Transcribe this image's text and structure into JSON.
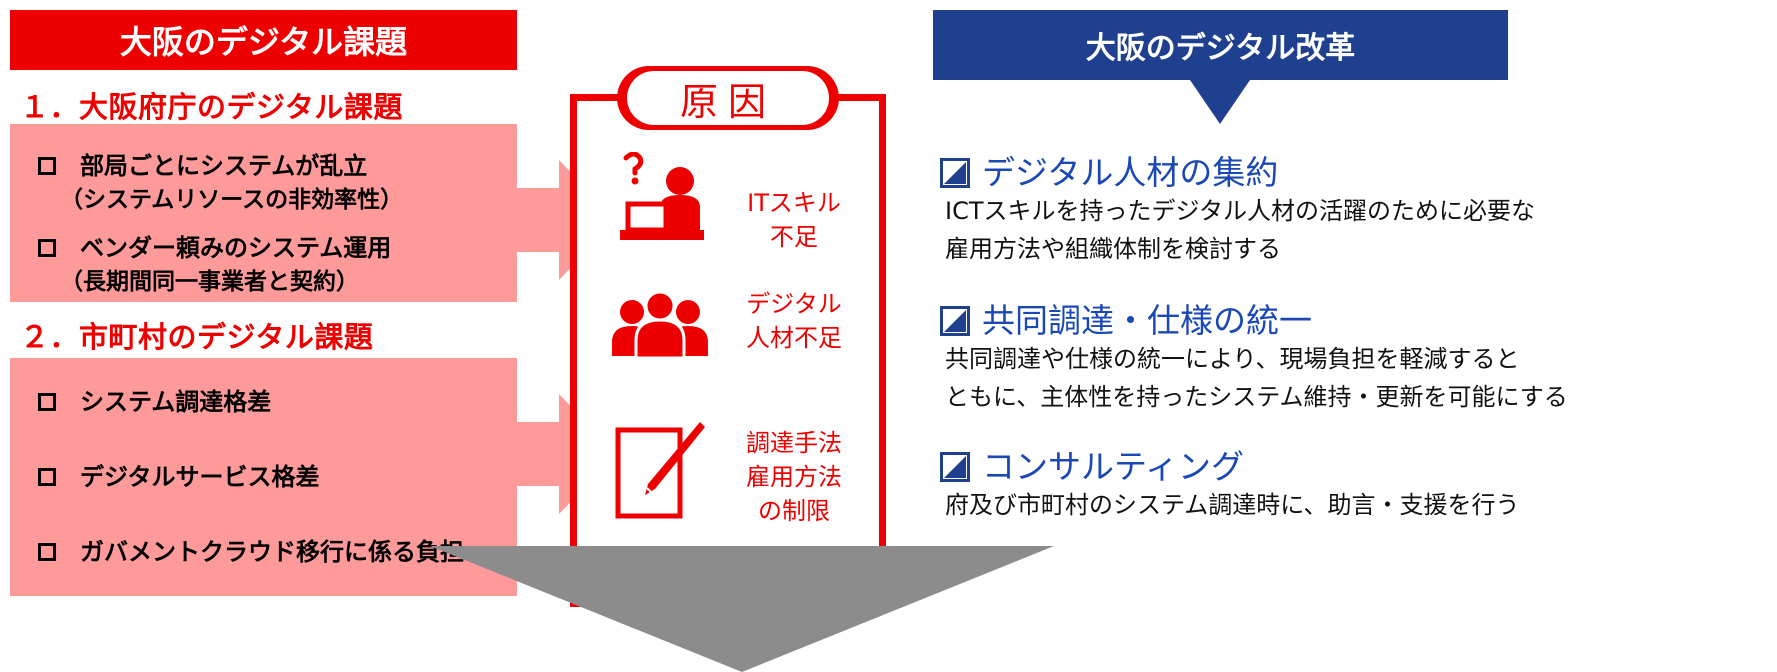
{
  "left": {
    "header": "大阪のデジタル課題",
    "section1": {
      "title": "１．大阪府庁のデジタル課題",
      "items": [
        {
          "label": "部局ごとにシステムが乱立",
          "sub": "（システムリソースの非効率性）"
        },
        {
          "label": "ベンダー頼みのシステム運用",
          "sub": "（長期間同一事業者と契約）"
        }
      ]
    },
    "section2": {
      "title": "２．市町村のデジタル課題",
      "items": [
        {
          "label": "システム調達格差"
        },
        {
          "label": "デジタルサービス格差"
        },
        {
          "label": "ガバメントクラウド移行に係る負担"
        }
      ]
    }
  },
  "cause": {
    "title": "原因",
    "items": [
      {
        "icon": "person-at-laptop-question-icon",
        "line1": "ITスキル",
        "line2": "不足"
      },
      {
        "icon": "people-group-icon",
        "line1": "デジタル",
        "line2": "人材不足"
      },
      {
        "icon": "document-pen-icon",
        "line1": "調達手法",
        "line2": "雇用方法",
        "line3": "の制限"
      }
    ]
  },
  "right": {
    "header": "大阪のデジタル改革",
    "items": [
      {
        "heading": "デジタル人材の集約",
        "desc1": "ICTスキルを持ったデジタル人材の活躍のために必要な",
        "desc2": "雇用方法や組織体制を検討する"
      },
      {
        "heading": "共同調達・仕様の統一",
        "desc1": "共同調達や仕様の統一により、現場負担を軽減すると",
        "desc2": "ともに、主体性を持ったシステム維持・更新を可能にする"
      },
      {
        "heading": "コンサルティング",
        "desc1": "府及び市町村のシステム調達時に、助言・支援を行う"
      }
    ]
  },
  "colors": {
    "red": "#ee0000",
    "pink": "#ff9a9a",
    "navy": "#1f3f8f",
    "blue_text": "#1a48b4",
    "arrow_gray": "#8c8c8c"
  }
}
